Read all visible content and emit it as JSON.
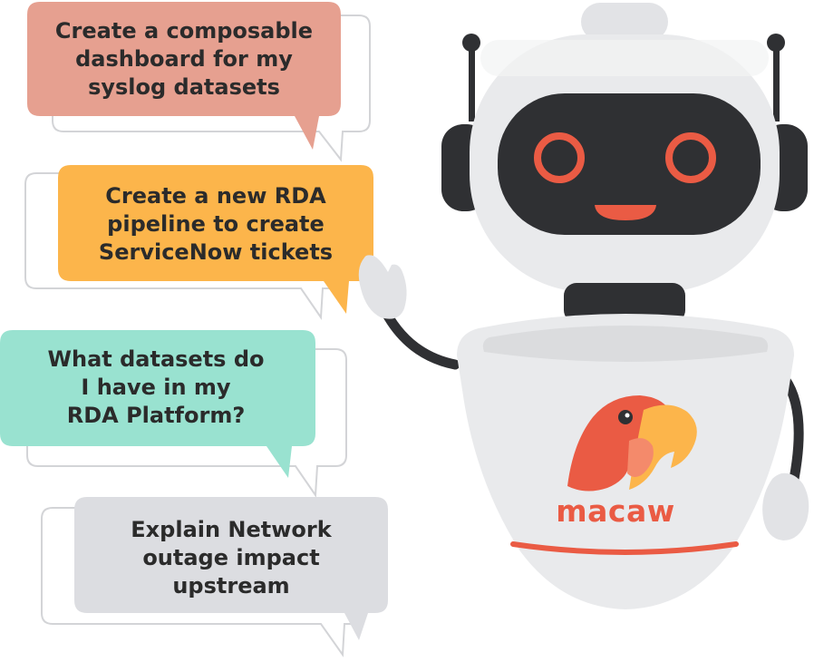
{
  "prompts": [
    {
      "lines": [
        "Create a composable",
        "dashboard for my",
        "syslog datasets"
      ],
      "color": "#e6a090"
    },
    {
      "lines": [
        "Create a new RDA",
        "pipeline to create",
        "ServiceNow tickets"
      ],
      "color": "#fcb54b"
    },
    {
      "lines": [
        "What datasets do",
        "I have in my",
        "RDA Platform?"
      ],
      "color": "#99e2d0"
    },
    {
      "lines": [
        "Explain Network",
        "outage impact",
        "upstream"
      ],
      "color": "#dcdde1"
    }
  ],
  "robot": {
    "brand": "macaw",
    "accent_color": "#ea5b44",
    "body_color": "#e9eaec",
    "face_color": "#2f3033"
  }
}
